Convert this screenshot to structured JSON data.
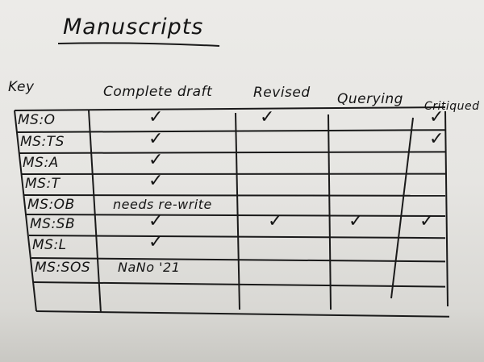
{
  "title": "Manuscripts",
  "headers": {
    "key": "Key",
    "complete": "Complete draft",
    "revised": "Revised",
    "querying": "Querying",
    "critiqued": "Critiqued"
  },
  "check_icon": "check-mark-icon",
  "rows": [
    {
      "key": "MS:O",
      "complete": "✓",
      "revised": "✓",
      "querying": "",
      "critiqued": "✓"
    },
    {
      "key": "MS:TS",
      "complete": "✓",
      "revised": "",
      "querying": "",
      "critiqued": "✓"
    },
    {
      "key": "MS:A",
      "complete": "✓",
      "revised": "",
      "querying": "",
      "critiqued": ""
    },
    {
      "key": "MS:T",
      "complete": "✓",
      "revised": "",
      "querying": "",
      "critiqued": ""
    },
    {
      "key": "MS:OB",
      "complete": "needs re-write",
      "revised": "",
      "querying": "",
      "critiqued": ""
    },
    {
      "key": "MS:SB",
      "complete": "✓",
      "revised": "✓",
      "querying": "✓",
      "critiqued": "✓"
    },
    {
      "key": "MS:L",
      "complete": "✓",
      "revised": "",
      "querying": "",
      "critiqued": ""
    },
    {
      "key": "MS:SOS",
      "complete": "NaNo '21",
      "revised": "",
      "querying": "",
      "critiqued": ""
    }
  ]
}
